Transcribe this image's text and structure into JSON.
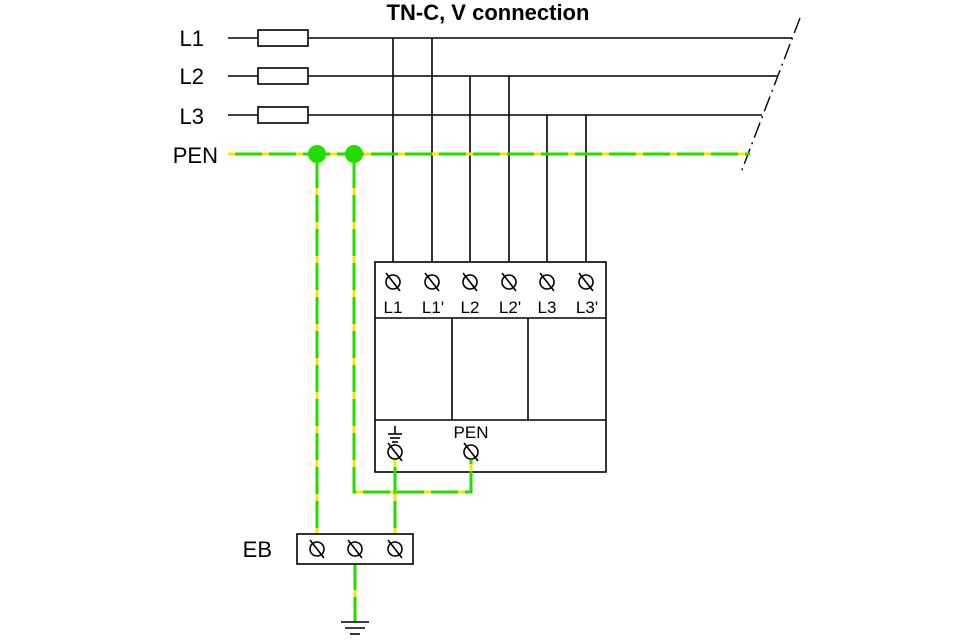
{
  "title": "TN-C, V connection",
  "lines": {
    "l1": "L1",
    "l2": "L2",
    "l3": "L3",
    "pen": "PEN"
  },
  "device": {
    "terminals": [
      "L1",
      "L1'",
      "L2",
      "L2'",
      "L3",
      "L3'"
    ],
    "earth_terminal_icon": "earth-icon",
    "pen_terminal": "PEN"
  },
  "earthing_bar": {
    "label": "EB",
    "terminal_count": 3,
    "ground_icon": "ground-icon"
  },
  "colors": {
    "pe_green": "#22dd00",
    "pe_yellow": "#f5e800",
    "wire": "#000000"
  }
}
